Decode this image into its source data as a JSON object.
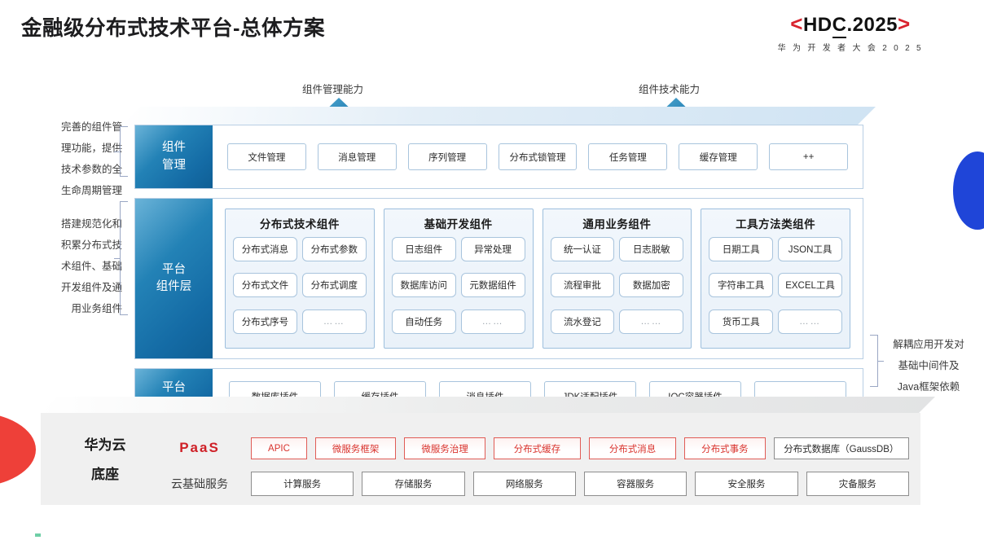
{
  "header": {
    "title": "金融级分布式技术平台-总体方案",
    "logo": {
      "left_bracket": "<",
      "main": "HD",
      "c": "C",
      "rest": ".2025",
      "right_bracket": ">",
      "sub": "华 为 开 发 者 大 会 2 0 2 5"
    }
  },
  "arrows": [
    {
      "label": "组件管理能力",
      "icon": "arrow-up-icon"
    },
    {
      "label": "组件技术能力",
      "icon": "arrow-up-icon"
    }
  ],
  "side_notes": {
    "left_top": "完善的组件管\n理功能，提供\n技术参数的全\n生命周期管理",
    "left_bottom": "搭建规范化和\n积累分布式技\n术组件、基础\n开发组件及通\n用业务组件",
    "right": "解耦应用开发对\n基础中间件及\nJava框架依赖"
  },
  "layers": [
    {
      "label": "组件\n管理",
      "chips": [
        "文件管理",
        "消息管理",
        "序列管理",
        "分布式锁管理",
        "任务管理",
        "缓存管理",
        "++"
      ]
    },
    {
      "label": "平台\n组件层",
      "groups": [
        {
          "title": "分布式技术组件",
          "items": [
            "分布式消息",
            "分布式参数",
            "分布式文件",
            "分布式调度",
            "分布式序号",
            "……"
          ]
        },
        {
          "title": "基础开发组件",
          "items": [
            "日志组件",
            "异常处理",
            "数据库访问",
            "元数据组件",
            "自动任务",
            "……"
          ]
        },
        {
          "title": "通用业务组件",
          "items": [
            "统一认证",
            "日志脱敏",
            "流程审批",
            "数据加密",
            "流水登记",
            "……"
          ]
        },
        {
          "title": "工具方法类组件",
          "items": [
            "日期工具",
            "JSON工具",
            "字符串工具",
            "EXCEL工具",
            "货币工具",
            "……"
          ]
        }
      ]
    },
    {
      "label": "平台\n插件层",
      "chips": [
        "数据库插件",
        "缓存插件",
        "消息插件",
        "JDK适配插件",
        "IOC容器插件",
        "……"
      ]
    }
  ],
  "base": {
    "title": "华为云\n底座",
    "paas_label": "PaaS",
    "infra_label": "云基础服务",
    "paas_items": [
      {
        "text": "APIC",
        "style": "red",
        "width": 72
      },
      {
        "text": "微服务框架",
        "style": "red",
        "width": 104
      },
      {
        "text": "微服务治理",
        "style": "red",
        "width": 104
      },
      {
        "text": "分布式缓存",
        "style": "red",
        "width": 112
      },
      {
        "text": "分布式消息",
        "style": "red",
        "width": 112
      },
      {
        "text": "分布式事务",
        "style": "red",
        "width": 104
      },
      {
        "text": "分布式数据库（GaussDB）",
        "style": "grey",
        "width": 174
      }
    ],
    "infra_items": [
      "计算服务",
      "存储服务",
      "网络服务",
      "容器服务",
      "安全服务",
      "灾备服务"
    ]
  },
  "colors": {
    "brand_red": "#d9232e",
    "layer_blue": "#146ba5",
    "accent_blue": "#1f45d8",
    "wedge_red": "#ee4039"
  }
}
